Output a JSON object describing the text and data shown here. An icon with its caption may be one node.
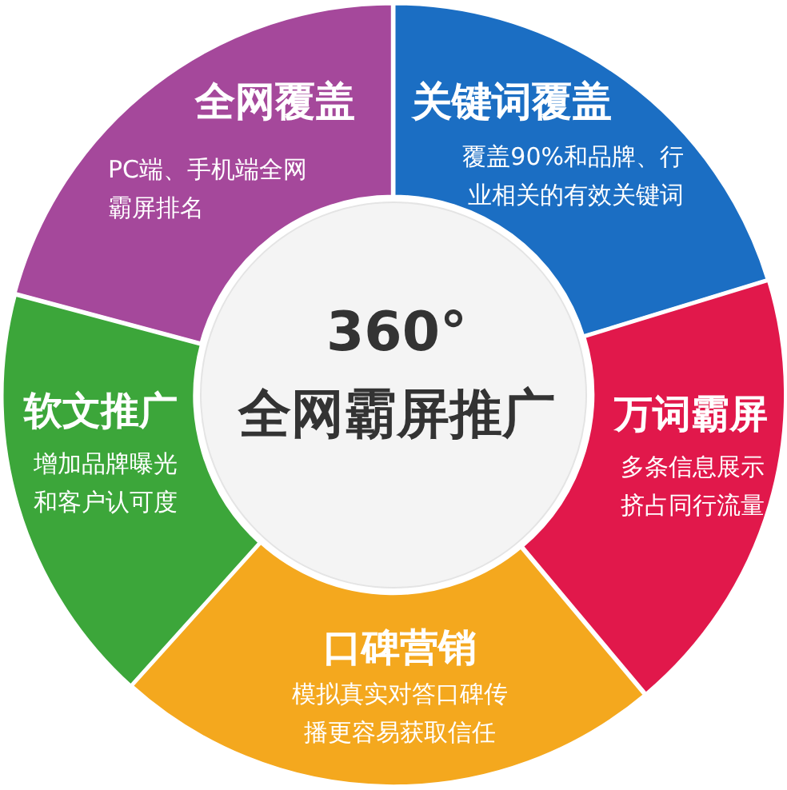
{
  "diagram": {
    "nodes": [
      {
        "text": [
          "全网覆盖",
          "PC端、手机端全网霸屏排名"
        ]
      },
      {
        "text": [
          "关键词覆盖",
          "覆盖90%和品牌、行业相关的有效关键词"
        ]
      },
      {
        "text": [
          "360°",
          "全网霸屏推广"
        ]
      },
      {
        "text": [
          "软文推广",
          "增加品牌曝光和客户认可度"
        ]
      },
      {
        "text": [
          "万词霸屏",
          "多条信息展示挤占同行流量"
        ]
      },
      {
        "text": [
          "口碑营销",
          "模拟真实对答口碑传播更容易获取信任"
        ]
      }
    ]
  }
}
